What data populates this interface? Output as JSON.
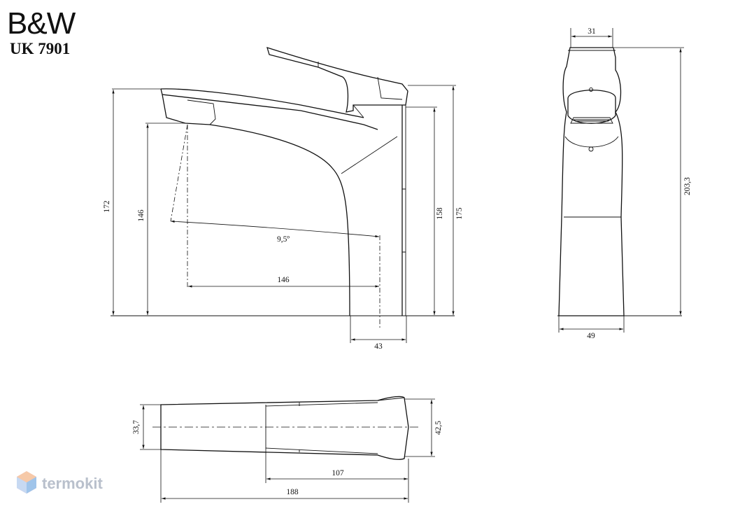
{
  "brand": {
    "logo": "B&W",
    "model": "UK 7901"
  },
  "watermark": {
    "text": "termokit",
    "icon": "hexagon-cube-icon",
    "color": "#b9c0cc"
  },
  "side_view": {
    "total_height": "172",
    "outlet_height": "146",
    "lever_height": "158",
    "max_height": "175",
    "spray_angle": "9,5º",
    "reach": "146",
    "base_depth": "43"
  },
  "front_view": {
    "top_width": "31",
    "height": "203,3",
    "base_width": "49"
  },
  "top_view": {
    "spout_width": "33,7",
    "body_width": "42,5",
    "body_length": "107",
    "total_length": "188"
  }
}
